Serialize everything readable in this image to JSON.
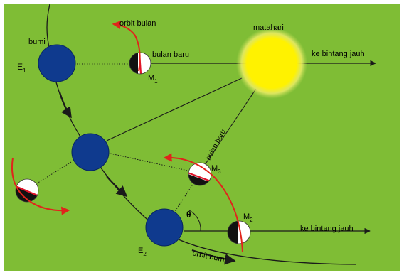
{
  "diagram": {
    "colors": {
      "background": "#7fbd35",
      "frame": "#ffffff",
      "earth": "#0f3a8e",
      "earth_stroke": "#07255f",
      "sun": "#fff200",
      "moon_light": "#ffffff",
      "moon_dark": "#111111",
      "moon_marker": "#e0142b",
      "orbit_arrow": "#e0241b",
      "line": "#1a1a1a"
    },
    "labels": {
      "earth": "bumi",
      "e1_main": "E",
      "e1_sub": "1",
      "e2_main": "E",
      "e2_sub": "2",
      "moon_orbit": "orbit bulan",
      "new_moon": "bulan baru",
      "new_moon_rotated": "bulan baru",
      "m1_main": "M",
      "m1_sub": "1",
      "m2_main": "M",
      "m2_sub": "2",
      "m3_main": "M",
      "m3_sub": "3",
      "sun": "matahari",
      "distant_star_1": "ke bintang jauh",
      "distant_star_2": "ke bintang jauh",
      "angle": "θ",
      "earth_orbit": "orbit bumi"
    }
  }
}
